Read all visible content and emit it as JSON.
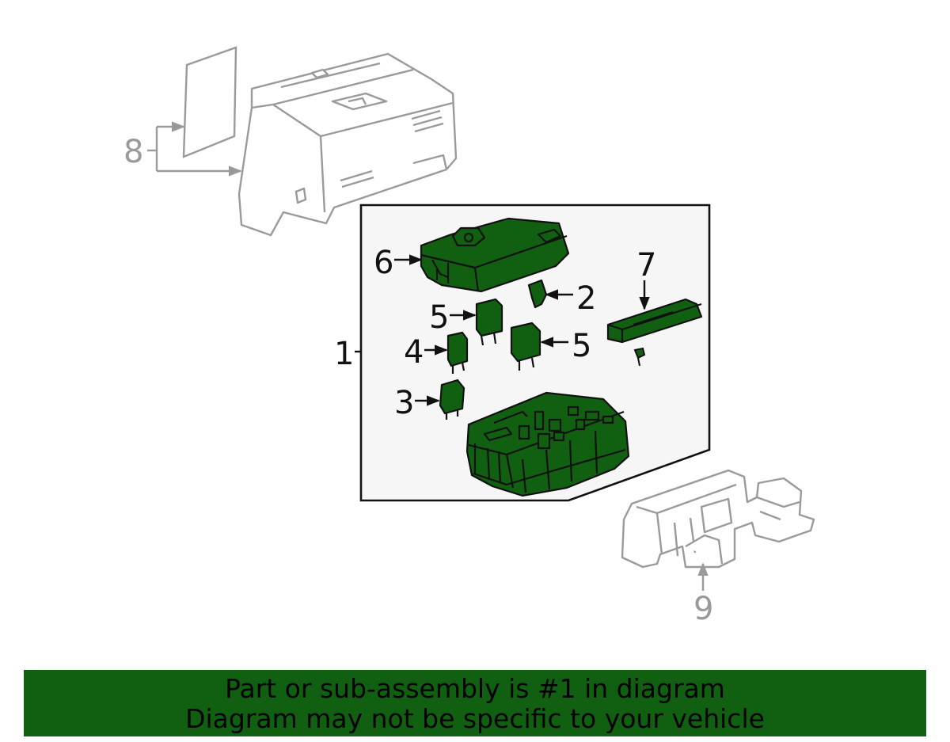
{
  "callouts": {
    "c1": "1",
    "c2": "2",
    "c3": "3",
    "c4": "4",
    "c5a": "5",
    "c5b": "5",
    "c6": "6",
    "c7": "7",
    "c8": "8",
    "c9": "9"
  },
  "banner": {
    "line1": "Part or sub-assembly is #1 in diagram",
    "line2": "Diagram may not be specific to your vehicle"
  },
  "colors": {
    "part_fill": "#116011",
    "banner_bg": "#116011",
    "ghost_line": "#9a9a9a",
    "panel_bg": "#f6f6f6"
  }
}
